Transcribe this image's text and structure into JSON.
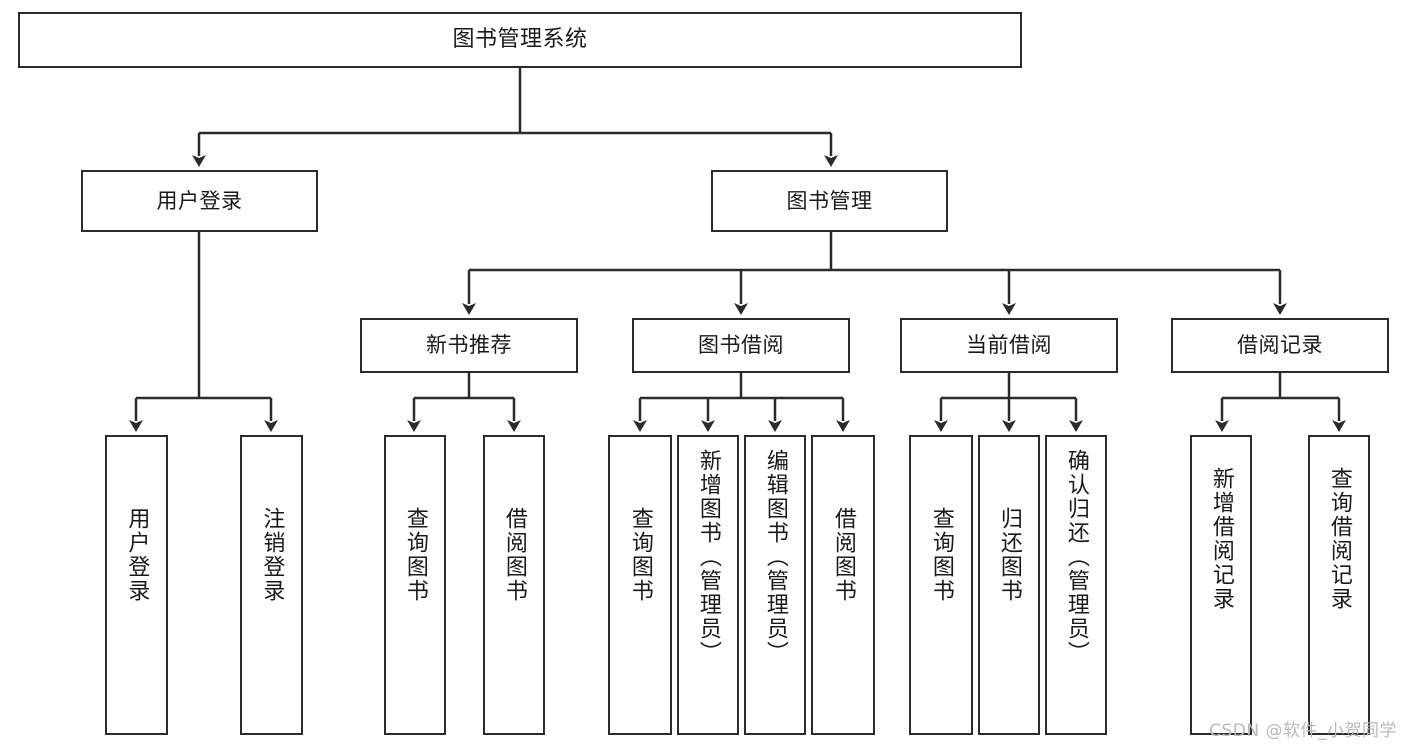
{
  "diagram": {
    "title": "图书管理系统",
    "type": "tree-hierarchy",
    "watermark": "CSDN @软件_小贺同学",
    "colors": {
      "stroke": "#2b2b2b",
      "fill": "#ffffff",
      "text": "#1a1a1a",
      "watermark": "#b9b9b9"
    },
    "levels": {
      "root": [
        "图书管理系统"
      ],
      "level2": [
        "用户登录",
        "图书管理"
      ],
      "level3": [
        "新书推荐",
        "图书借阅",
        "当前借阅",
        "借阅记录"
      ],
      "leaves": [
        "用户登录",
        "注销登录",
        "查询图书",
        "借阅图书",
        "查询图书",
        "新增图书（管理员）",
        "编辑图书（管理员）",
        "借阅图书",
        "查询图书",
        "归还图书",
        "确认归还（管理员）",
        "新增借阅记录",
        "查询借阅记录"
      ]
    },
    "nodes": {
      "root": {
        "label": "图书管理系统"
      },
      "user_login": {
        "label": "用户登录"
      },
      "book_manage": {
        "label": "图书管理"
      },
      "new_book_rec": {
        "label": "新书推荐"
      },
      "book_borrow": {
        "label": "图书借阅"
      },
      "current_borrow": {
        "label": "当前借阅"
      },
      "borrow_record": {
        "label": "借阅记录"
      },
      "leaf_user_login": {
        "label": "用户登录"
      },
      "leaf_logout": {
        "label": "注销登录"
      },
      "leaf_query_book_a": {
        "label": "查询图书"
      },
      "leaf_borrow_book_a": {
        "label": "借阅图书"
      },
      "leaf_query_book_b": {
        "label": "查询图书"
      },
      "leaf_add_book": {
        "label": "新增图书（管理员）"
      },
      "leaf_edit_book": {
        "label": "编辑图书（管理员）"
      },
      "leaf_borrow_book_b": {
        "label": "借阅图书"
      },
      "leaf_query_book_c": {
        "label": "查询图书"
      },
      "leaf_return_book": {
        "label": "归还图书"
      },
      "leaf_confirm_return": {
        "label": "确认归还（管理员）"
      },
      "leaf_add_record": {
        "label": "新增借阅记录"
      },
      "leaf_query_record": {
        "label": "查询借阅记录"
      }
    }
  }
}
